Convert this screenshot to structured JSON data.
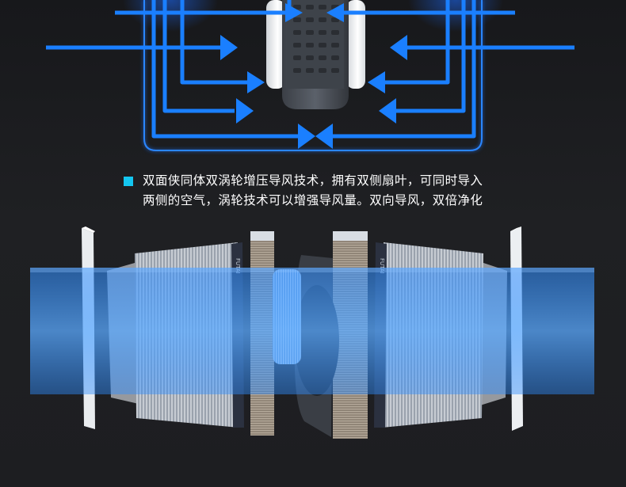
{
  "feature": {
    "line1": "双面侠同体双涡轮增压导风技术，拥有双侧扇叶，可同时导入",
    "line2": "两侧的空气，涡轮技术可以增强导风量。双向导风，双倍净化"
  },
  "filter_label": "FUTAI",
  "colors": {
    "background": "#1c1d20",
    "arrow": "#1a7fff",
    "bullet": "#14c6f0",
    "airflow": "#2f8dff"
  }
}
